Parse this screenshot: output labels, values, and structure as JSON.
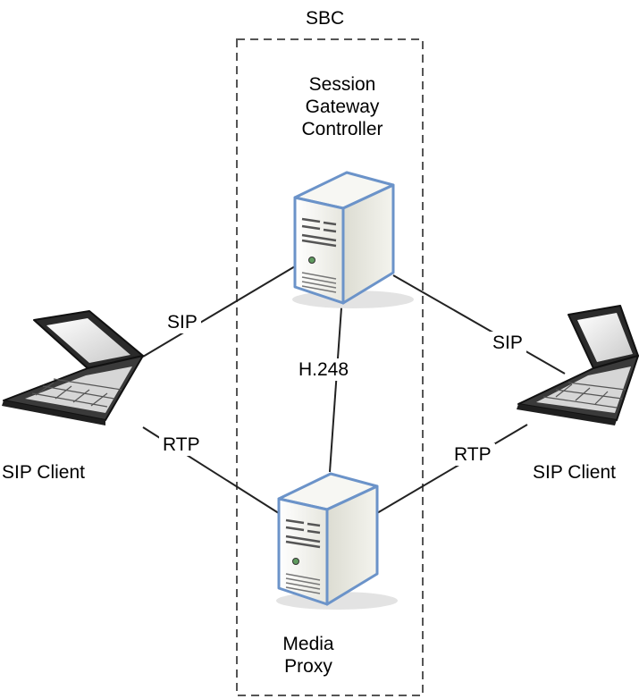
{
  "boundary": {
    "title": "SBC"
  },
  "gateway": {
    "line1": "Session",
    "line2": "Gateway",
    "line3": "Controller",
    "icon": "server-icon"
  },
  "proxy": {
    "line1": "Media",
    "line2": "Proxy",
    "icon": "server-icon"
  },
  "left_client": {
    "label": "SIP Client",
    "icon": "laptop-icon"
  },
  "right_client": {
    "label": "SIP Client",
    "icon": "laptop-icon"
  },
  "links": {
    "left_sip": "SIP",
    "right_sip": "SIP",
    "h248": "H.248",
    "left_rtp": "RTP",
    "right_rtp": "RTP"
  },
  "colors": {
    "server_outline": "#6b93c9",
    "server_body": "#eeeee6",
    "line": "#222222",
    "boundary": "#555555"
  }
}
